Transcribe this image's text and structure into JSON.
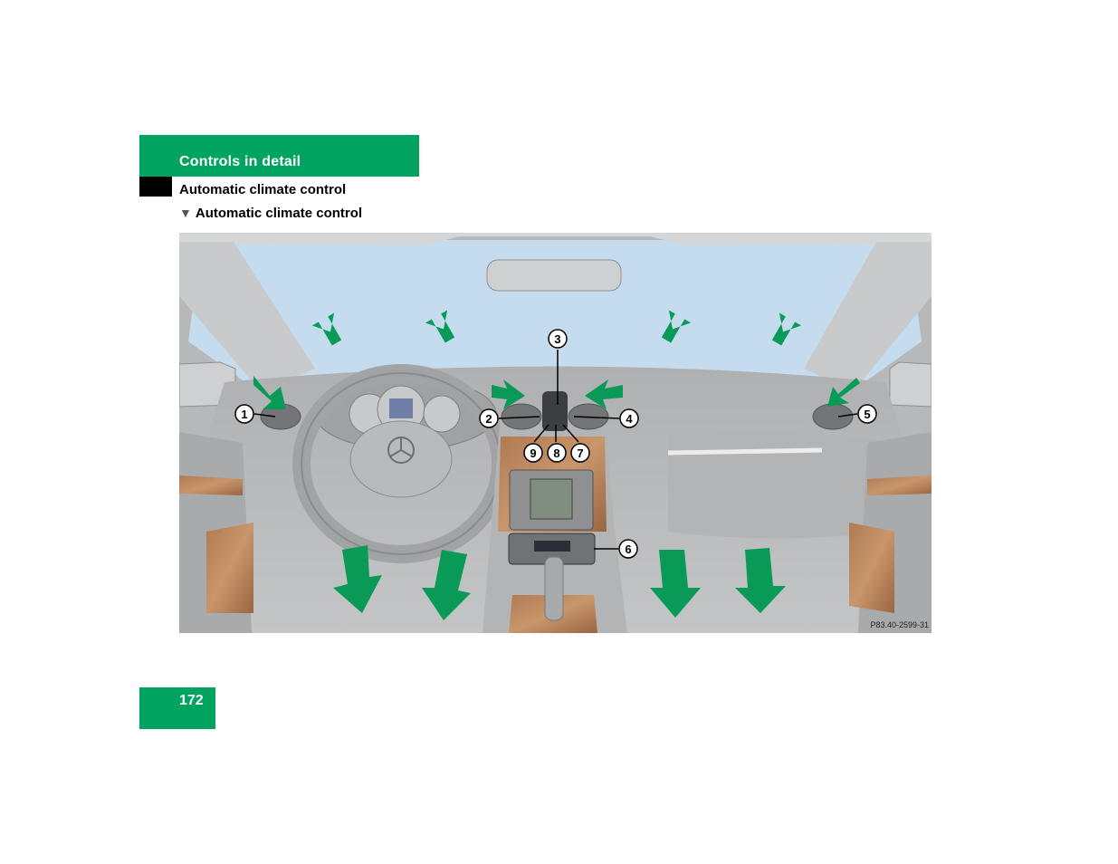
{
  "header": {
    "section_title": "Controls in detail",
    "subtitle": "Automatic climate control",
    "subsection_marker": "▼",
    "subsection": "Automatic climate control"
  },
  "figure": {
    "code": "P83.40-2599-31",
    "callouts": [
      "1",
      "2",
      "3",
      "4",
      "5",
      "6",
      "7",
      "8",
      "9"
    ]
  },
  "footer": {
    "page_number": "172"
  },
  "colors": {
    "brand_green": "#00a360",
    "arrow_green": "#0a9a58",
    "windshield": "#c5dcef"
  }
}
